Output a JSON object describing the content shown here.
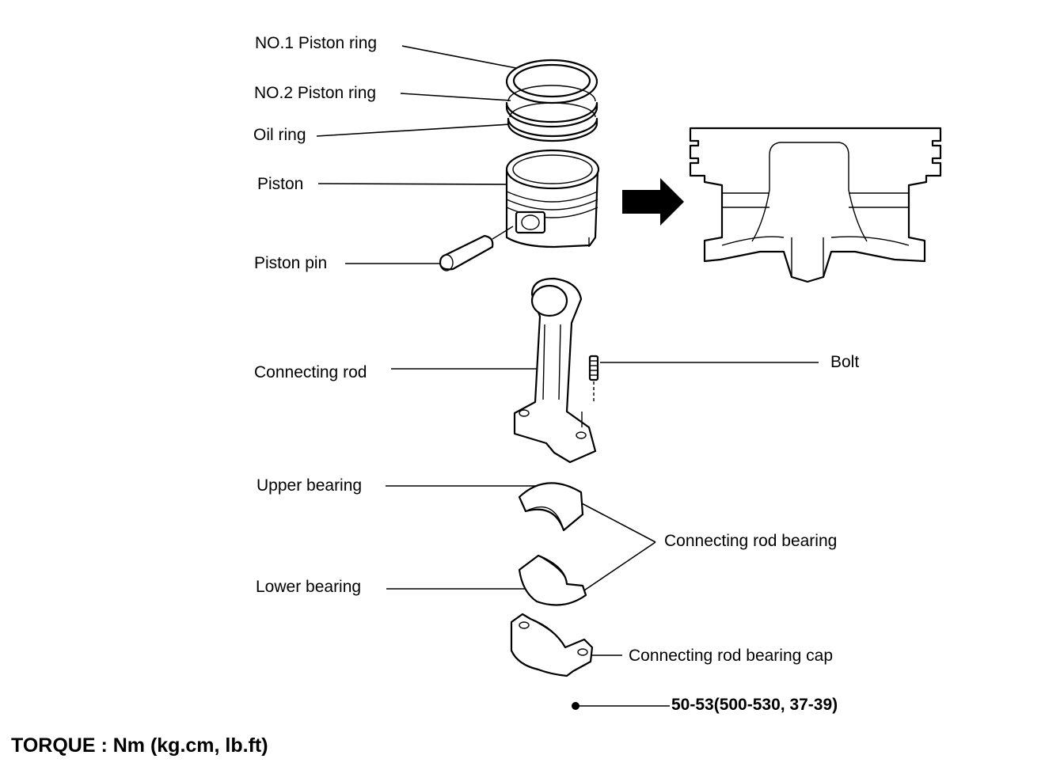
{
  "labels": {
    "no1_piston_ring": "NO.1 Piston ring",
    "no2_piston_ring": "NO.2 Piston ring",
    "oil_ring": "Oil ring",
    "piston": "Piston",
    "piston_pin": "Piston pin",
    "connecting_rod": "Connecting rod",
    "bolt": "Bolt",
    "upper_bearing": "Upper bearing",
    "lower_bearing": "Lower bearing",
    "connecting_rod_bearing": "Connecting rod bearing",
    "connecting_rod_bearing_cap": "Connecting rod bearing cap"
  },
  "torque": {
    "caption": "TORQUE : Nm (kg.cm, lb.ft)",
    "bolt_spec": "50-53(500-530, 37-39)"
  },
  "icons": [
    "piston-ring-icon",
    "piston-icon",
    "piston-pin-icon",
    "connecting-rod-icon",
    "bolt-icon",
    "bearing-icon",
    "bearing-cap-icon",
    "arrow-right-icon",
    "piston-cross-section-icon",
    "torque-dot-icon"
  ]
}
